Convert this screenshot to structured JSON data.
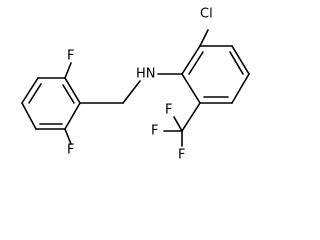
{
  "molecule": {
    "labels": {
      "chloro": "Cl",
      "amine": "HN",
      "fluoro_top": "F",
      "fluoro_bottom": "F",
      "cf3_f_left": "F",
      "cf3_f_top": "F",
      "cf3_f_bottom": "F"
    },
    "colors": {
      "bond": "#000000",
      "text": "#000000",
      "background": "#ffffff"
    }
  }
}
